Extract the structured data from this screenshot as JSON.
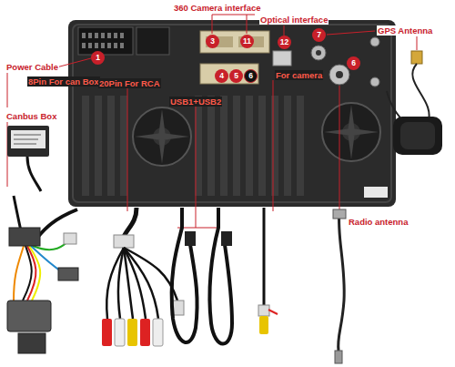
{
  "diagram": {
    "labels": [
      "360 Camera interface",
      "Optical interface",
      "GPS Antenna",
      "Power Cable",
      "8Pin For can Box",
      "20Pin For RCA",
      "USB1+USB2",
      "For camera",
      "Canbus Box",
      "Radio antenna",
      "1",
      "3",
      "11",
      "4",
      "5",
      "6",
      "12",
      "7",
      "6"
    ]
  }
}
